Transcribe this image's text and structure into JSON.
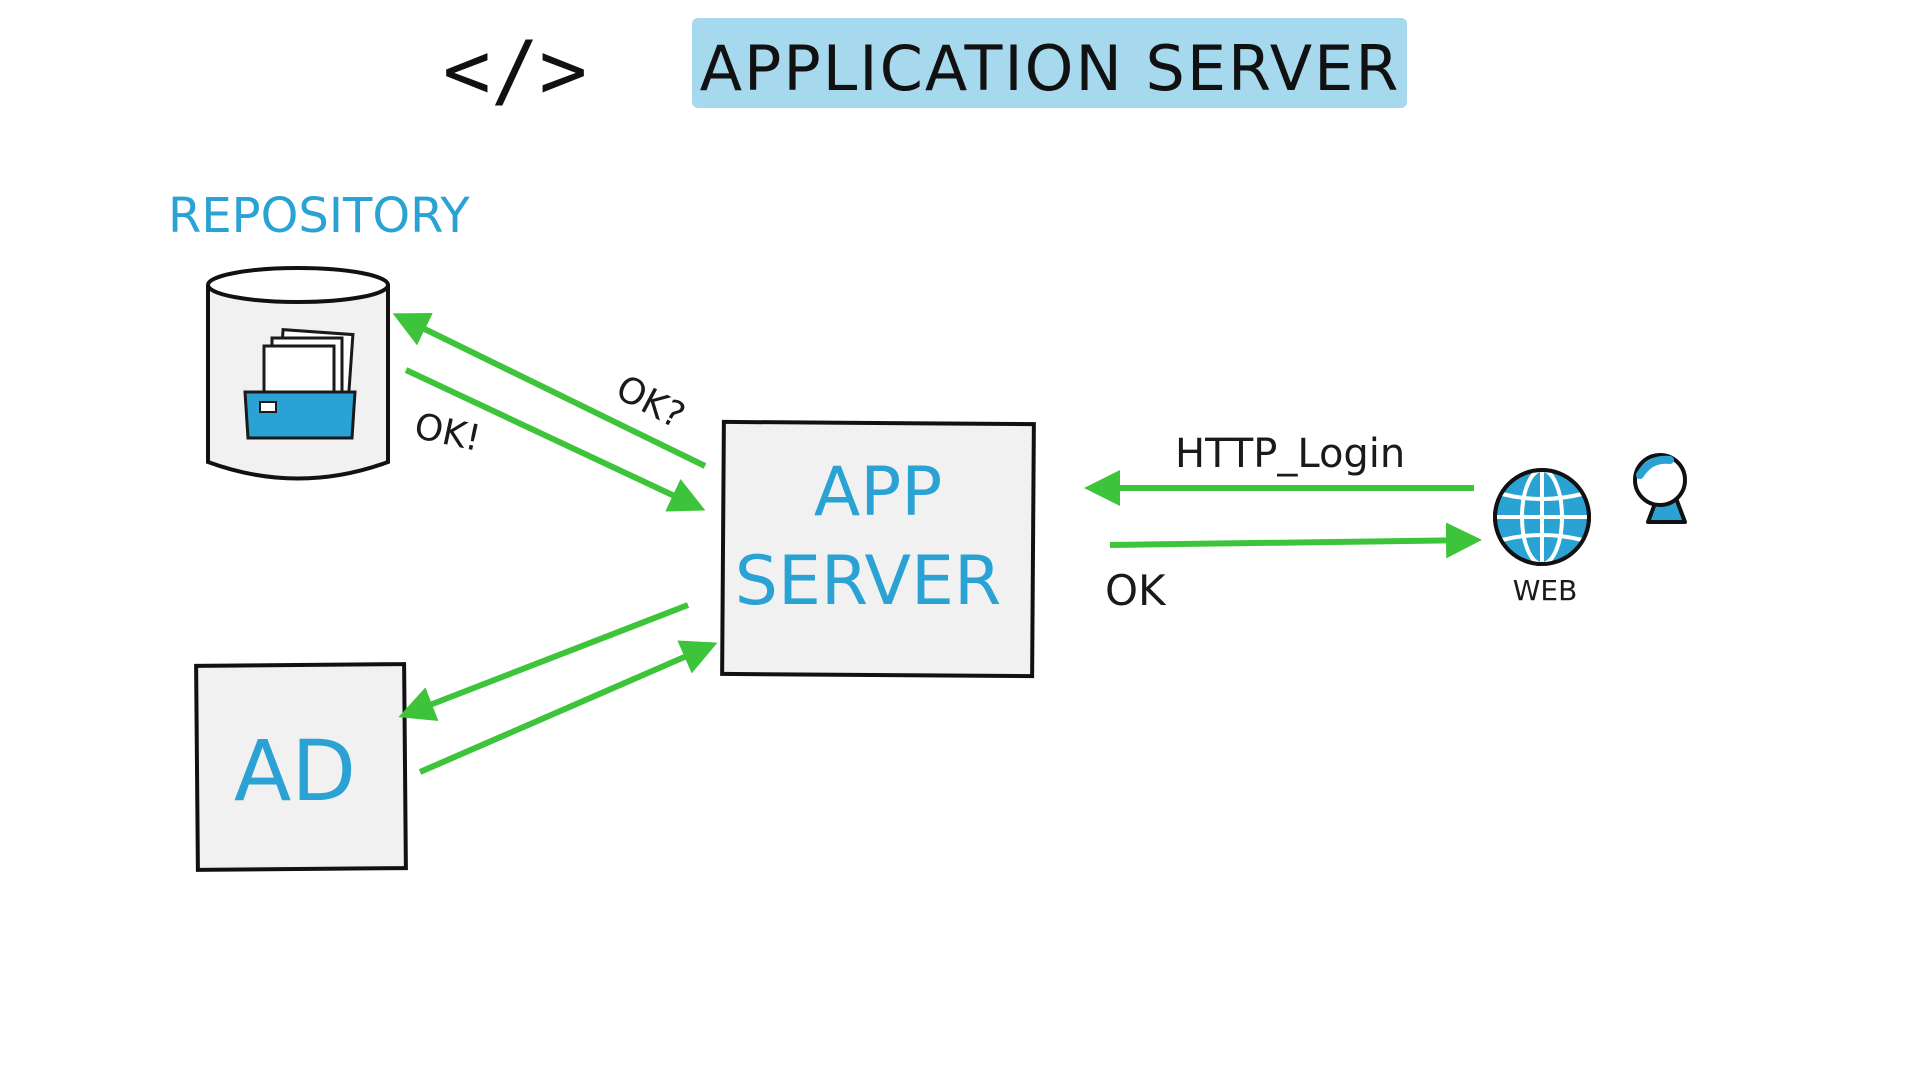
{
  "header": {
    "code_symbol": "</>",
    "title": "APPLICATION SERVER"
  },
  "repository": {
    "label": "REPOSITORY"
  },
  "app_server": {
    "line1": "APP",
    "line2": "SERVER"
  },
  "ad": {
    "label": "AD"
  },
  "web": {
    "label": "WEB"
  },
  "arrows": {
    "to_repository_label": "OK?",
    "from_repository_label": "OK!",
    "http_login_label": "HTTP_Login",
    "ok_response_label": "OK"
  },
  "colors": {
    "arrow": "#3ec43a",
    "accent_blue": "#2aa3d4",
    "title_highlight": "#a6d9ee",
    "box_fill": "#f1f1f1",
    "ink": "#111111"
  }
}
